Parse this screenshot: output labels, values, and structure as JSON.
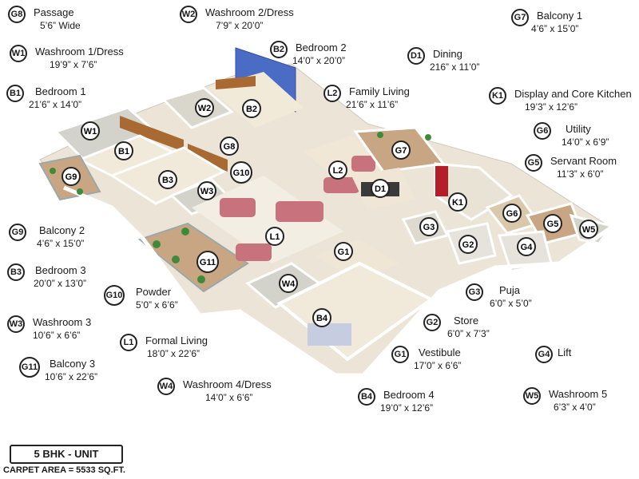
{
  "rooms": {
    "G8": {
      "code": "G8",
      "name": "Passage",
      "dim": "5’6” Wide"
    },
    "W2": {
      "code": "W2",
      "name": "Washroom 2/Dress",
      "dim": "7’9” x 20’0”"
    },
    "G7": {
      "code": "G7",
      "name": "Balcony 1",
      "dim": "4’6” x 15’0”"
    },
    "W1": {
      "code": "W1",
      "name": "Washroom 1/Dress",
      "dim": "19’9” x 7’6”"
    },
    "B2": {
      "code": "B2",
      "name": "Bedroom 2",
      "dim": "14’0” x 20’0”"
    },
    "D1": {
      "code": "D1",
      "name": "Dining",
      "dim": "216” x 11’0”"
    },
    "B1": {
      "code": "B1",
      "name": "Bedroom 1",
      "dim": "21’6” x 14’0”"
    },
    "L2": {
      "code": "L2",
      "name": "Family Living",
      "dim": "21’6” x 11’6”"
    },
    "K1": {
      "code": "K1",
      "name": "Display and Core Kitchen",
      "dim": "19’3” x 12’6”"
    },
    "G6": {
      "code": "G6",
      "name": "Utility",
      "dim": "14’0” x 6’9”"
    },
    "G5": {
      "code": "G5",
      "name": "Servant Room",
      "dim": "11’3” x 6’0”"
    },
    "G9": {
      "code": "G9",
      "name": "Balcony 2",
      "dim": "4’6” x 15’0”"
    },
    "B3": {
      "code": "B3",
      "name": "Bedroom 3",
      "dim": "20’0” x 13’0”"
    },
    "G10": {
      "code": "G10",
      "name": "Powder",
      "dim": "5’0” x 6’6”"
    },
    "G3": {
      "code": "G3",
      "name": "Puja",
      "dim": "6’0” x 5’0”"
    },
    "W3": {
      "code": "W3",
      "name": "Washroom 3",
      "dim": "10’6” x 6’6”"
    },
    "G2": {
      "code": "G2",
      "name": "Store",
      "dim": "6’0” x 7’3”"
    },
    "L1": {
      "code": "L1",
      "name": "Formal Living",
      "dim": "18’0” x 22’6”"
    },
    "G11": {
      "code": "G11",
      "name": "Balcony 3",
      "dim": "10’6” x 22’6”"
    },
    "G1": {
      "code": "G1",
      "name": "Vestibule",
      "dim": "17’0” x 6’6”"
    },
    "G4": {
      "code": "G4",
      "name": "Lift",
      "dim": ""
    },
    "W4": {
      "code": "W4",
      "name": "Washroom 4/Dress",
      "dim": "14’0” x 6’6”"
    },
    "B4": {
      "code": "B4",
      "name": "Bedroom 4",
      "dim": "19’0” x 12’6”"
    },
    "W5": {
      "code": "W5",
      "name": "Washroom 5",
      "dim": "6’3” x 4’0”"
    }
  },
  "footer": {
    "unit": "5 BHK - UNIT",
    "carpet": "CARPET AREA = 5533 SQ.FT."
  },
  "colors": {
    "wall": "#ffffff",
    "floor": "#efe7da",
    "wood": "#a86a32",
    "accent": "#3b5fb5",
    "sofa": "#c8727e",
    "tile": "#c9a683"
  }
}
